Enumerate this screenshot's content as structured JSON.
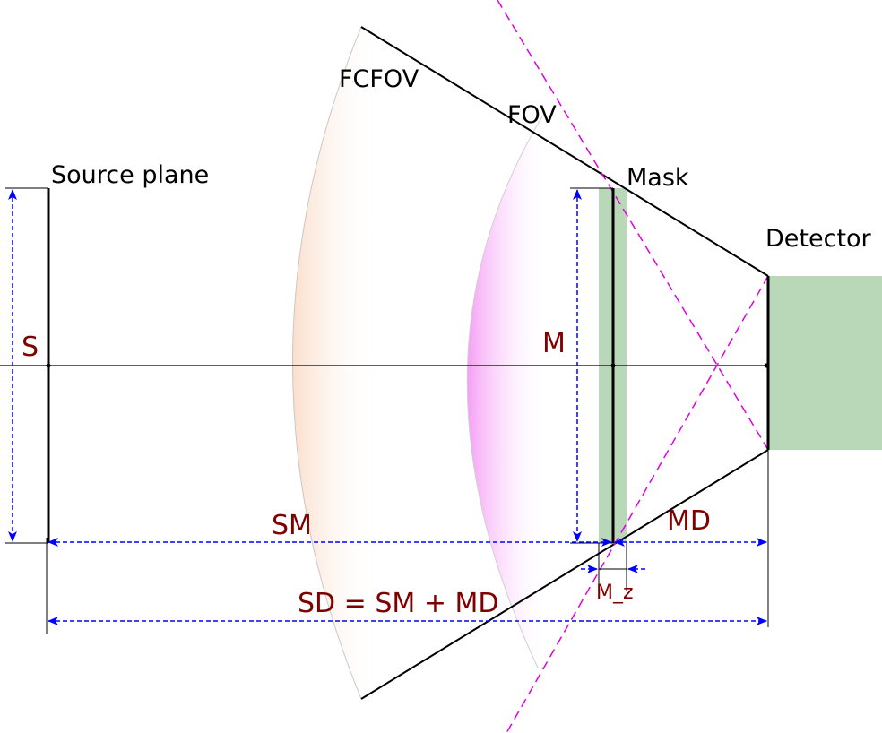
{
  "labels": {
    "source_plane": "Source plane",
    "fcfov": "FCFOV",
    "fov": "FOV",
    "mask": "Mask",
    "detector": "Detector",
    "s": "S",
    "m": "M",
    "sm": "SM",
    "md": "MD",
    "m_z": "M_z",
    "sd": "SD = SM + MD"
  },
  "colors": {
    "line": "#000000",
    "dimension": "#0000ff",
    "label_red": "#800000",
    "fov_magenta": "#e000e0",
    "fcfov_orange": "#f8c8a0",
    "fov_pink": "#f080f0",
    "mask_detector_green": "#b8d8b8"
  }
}
